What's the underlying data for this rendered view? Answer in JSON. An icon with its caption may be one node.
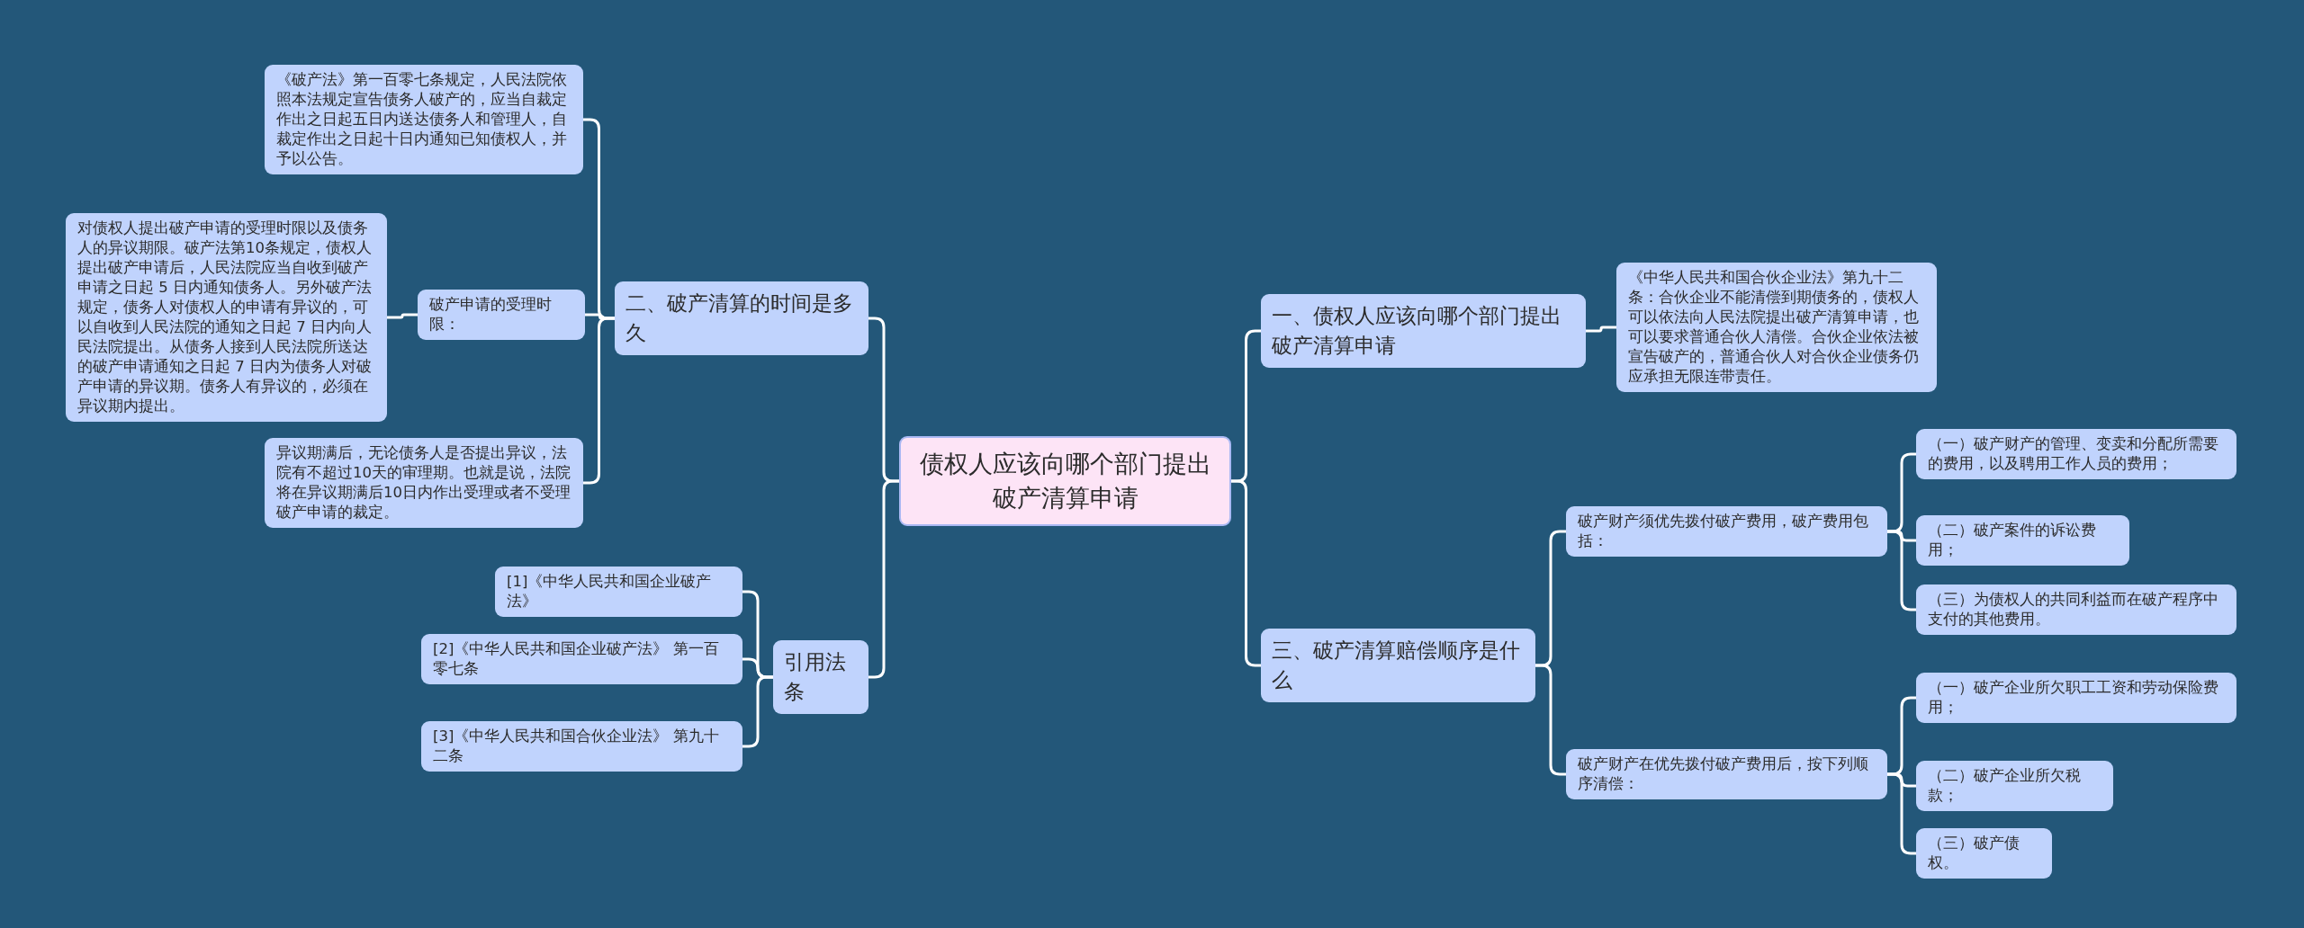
{
  "diagram": {
    "nodes": [
      {
        "text": [
          "债权人应该向哪个部门提出破产清算申请"
        ]
      },
      {
        "text": [
          "二、破产清算的时间是多久"
        ]
      },
      {
        "text": [
          "破产申请的受理时限："
        ]
      },
      {
        "text": [
          "《破产法》第一百零七条规定，人民法院依照本法规定宣告债务人破产的，应当自裁定作出之日起五日内送达债务人和管理人，自裁定作出之日起十日内通知已知债权人，并予以公告。"
        ]
      },
      {
        "text": [
          "对债权人提出破产申请的受理时限以及债务人的异议期限。破产法第10条规定，债权人提出破产申请后，人民法院应当自收到破产申请之日起 5 日内通知债务人。另外破产法规定，债务人对债权人的申请有异议的，可以自收到人民法院的通知之日起 7 日内向人民法院提出。从债务人接到人民法院所送达的破产申请通知之日起 7 日内为债务人对破产申请的异议期。债务人有异议的，必须在异议期内提出。"
        ]
      },
      {
        "text": [
          "异议期满后，无论债务人是否提出异议，法院有不超过10天的审理期。也就是说，法院将在异议期满后10日内作出受理或者不受理破产申请的裁定。"
        ]
      },
      {
        "text": [
          "引用法条"
        ]
      },
      {
        "text": [
          "[1]《中华人民共和国企业破产法》"
        ]
      },
      {
        "text": [
          "[2]《中华人民共和国企业破产法》 第一百零七条"
        ]
      },
      {
        "text": [
          "[3]《中华人民共和国合伙企业法》 第九十二条"
        ]
      },
      {
        "text": [
          "一、债权人应该向哪个部门提出破产清算申请"
        ]
      },
      {
        "text": [
          "《中华人民共和国合伙企业法》第九十二条：合伙企业不能清偿到期债务的，债权人可以依法向人民法院提出破产清算申请，也可以要求普通合伙人清偿。合伙企业依法被宣告破产的，普通合伙人对合伙企业债务仍应承担无限连带责任。"
        ]
      },
      {
        "text": [
          "三、破产清算赔偿顺序是什么"
        ]
      },
      {
        "text": [
          "破产财产须优先拨付破产费用，破产费用包括："
        ]
      },
      {
        "text": [
          "（一）破产财产的管理、变卖和分配所需要的费用，以及聘用工作人员的费用；"
        ]
      },
      {
        "text": [
          "（二）破产案件的诉讼费用；"
        ]
      },
      {
        "text": [
          "（三）为债权人的共同利益而在破产程序中支付的其他费用。"
        ]
      },
      {
        "text": [
          "破产财产在优先拨付破产费用后，按下列顺序清偿："
        ]
      },
      {
        "text": [
          "（一）破产企业所欠职工工资和劳动保险费用；"
        ]
      },
      {
        "text": [
          "（二）破产企业所欠税款；"
        ]
      },
      {
        "text": [
          "（三）破产债权。"
        ]
      }
    ],
    "edges": [
      {
        "from": 0,
        "to": 1,
        "arrow": "none"
      },
      {
        "from": 1,
        "to": 3,
        "arrow": "none"
      },
      {
        "from": 1,
        "to": 2,
        "arrow": "none"
      },
      {
        "from": 1,
        "to": 5,
        "arrow": "none"
      },
      {
        "from": 2,
        "to": 4,
        "arrow": "none"
      },
      {
        "from": 0,
        "to": 6,
        "arrow": "none"
      },
      {
        "from": 6,
        "to": 7,
        "arrow": "none"
      },
      {
        "from": 6,
        "to": 8,
        "arrow": "none"
      },
      {
        "from": 6,
        "to": 9,
        "arrow": "none"
      },
      {
        "from": 0,
        "to": 10,
        "arrow": "none"
      },
      {
        "from": 10,
        "to": 11,
        "arrow": "none"
      },
      {
        "from": 0,
        "to": 12,
        "arrow": "none"
      },
      {
        "from": 12,
        "to": 13,
        "arrow": "none"
      },
      {
        "from": 12,
        "to": 17,
        "arrow": "none"
      },
      {
        "from": 13,
        "to": 14,
        "arrow": "none"
      },
      {
        "from": 13,
        "to": 15,
        "arrow": "none"
      },
      {
        "from": 13,
        "to": 16,
        "arrow": "none"
      },
      {
        "from": 17,
        "to": 18,
        "arrow": "none"
      },
      {
        "from": 17,
        "to": 19,
        "arrow": "none"
      },
      {
        "from": 17,
        "to": 20,
        "arrow": "none"
      }
    ]
  }
}
